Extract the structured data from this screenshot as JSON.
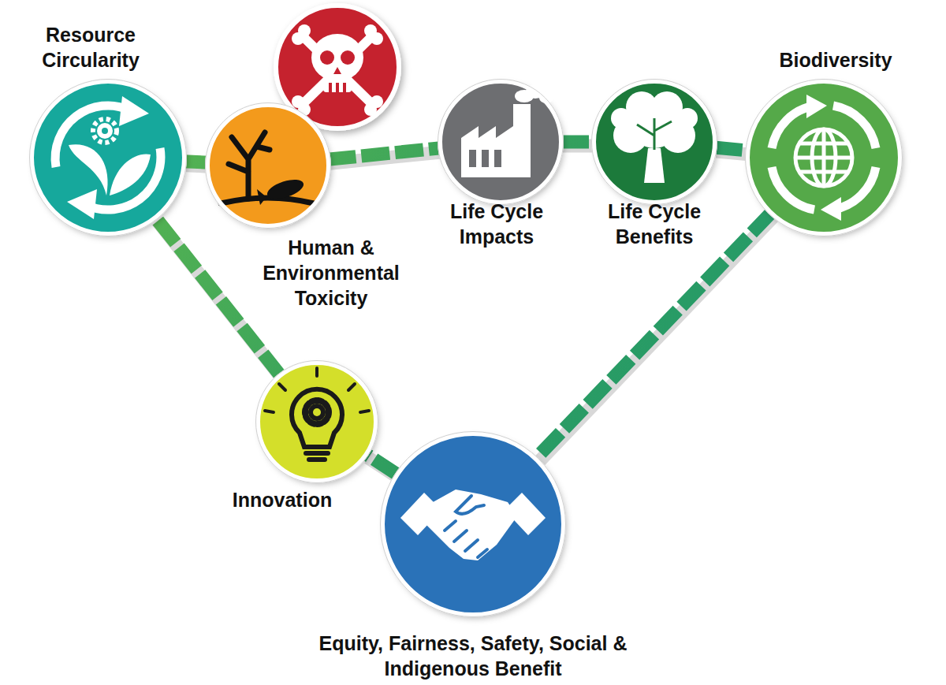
{
  "diagram": {
    "nodes": [
      {
        "text": [
          "Resource Circularity"
        ]
      },
      {
        "text": [
          "Human & Environmental Toxicity"
        ]
      },
      {
        "text": [
          "Life Cycle Impacts"
        ]
      },
      {
        "text": [
          "Life Cycle Benefits"
        ]
      },
      {
        "text": [
          "Biodiversity"
        ]
      },
      {
        "text": [
          "Innovation"
        ]
      },
      {
        "text": [
          "Equity, Fairness, Safety, Social & Indigenous Benefit"
        ]
      }
    ],
    "edges": [
      {
        "from": 0,
        "to": 1,
        "arrow": "none"
      },
      {
        "from": 1,
        "to": 2,
        "arrow": "none"
      },
      {
        "from": 2,
        "to": 3,
        "arrow": "none"
      },
      {
        "from": 3,
        "to": 4,
        "arrow": "none"
      },
      {
        "from": 4,
        "to": 6,
        "arrow": "none"
      },
      {
        "from": 6,
        "to": 5,
        "arrow": "none"
      },
      {
        "from": 5,
        "to": 0,
        "arrow": "none"
      }
    ]
  }
}
